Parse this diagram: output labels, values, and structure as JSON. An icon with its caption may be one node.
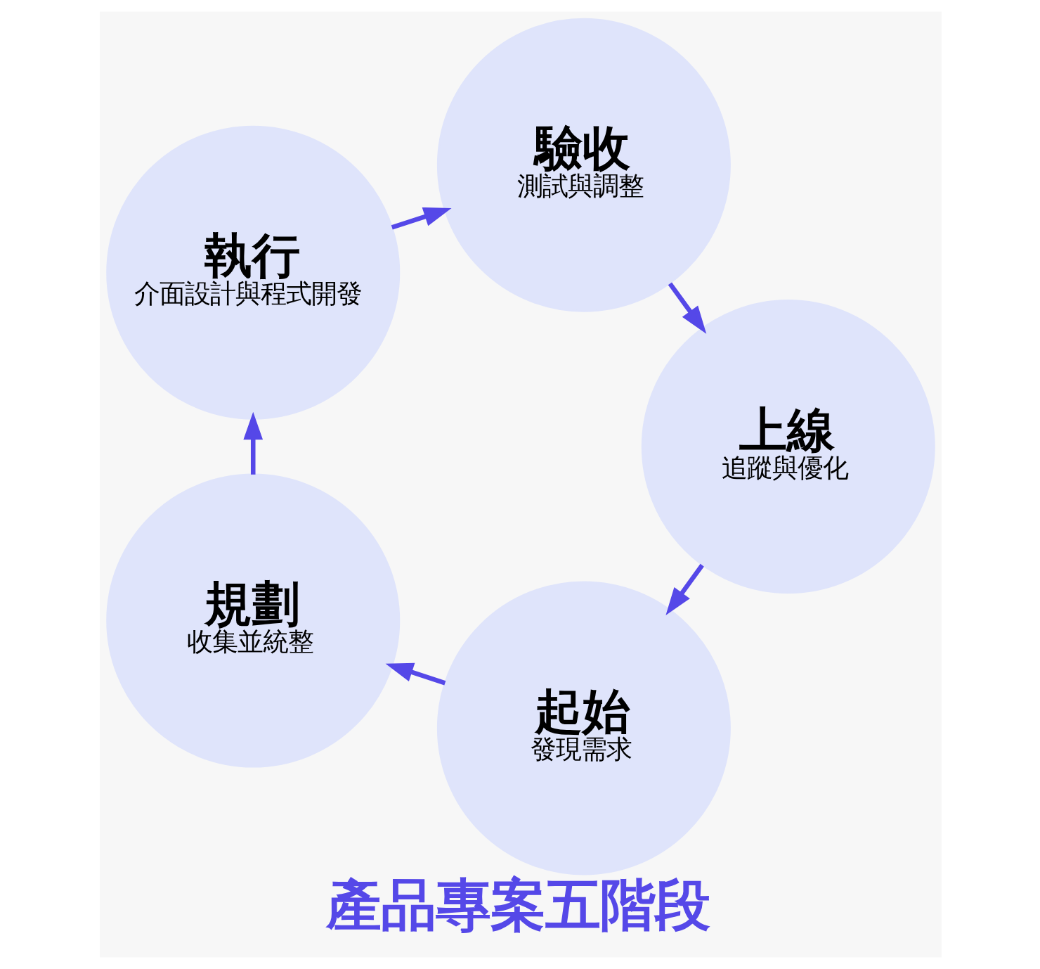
{
  "diagram": {
    "title": "產品專案五階段",
    "nodes": [
      {
        "text": [
          "起始",
          "發現需求"
        ]
      },
      {
        "text": [
          "規劃",
          "收集並統整"
        ]
      },
      {
        "text": [
          "執行",
          "介面設計與程式開發"
        ]
      },
      {
        "text": [
          "驗收",
          "測試與調整"
        ]
      },
      {
        "text": [
          "上線",
          "追蹤與優化"
        ]
      }
    ],
    "edges": [
      {
        "from": 0,
        "to": 1,
        "arrow": "to"
      },
      {
        "from": 1,
        "to": 2,
        "arrow": "to"
      },
      {
        "from": 2,
        "to": 3,
        "arrow": "to"
      },
      {
        "from": 3,
        "to": 4,
        "arrow": "to"
      },
      {
        "from": 4,
        "to": 0,
        "arrow": "to"
      }
    ]
  }
}
